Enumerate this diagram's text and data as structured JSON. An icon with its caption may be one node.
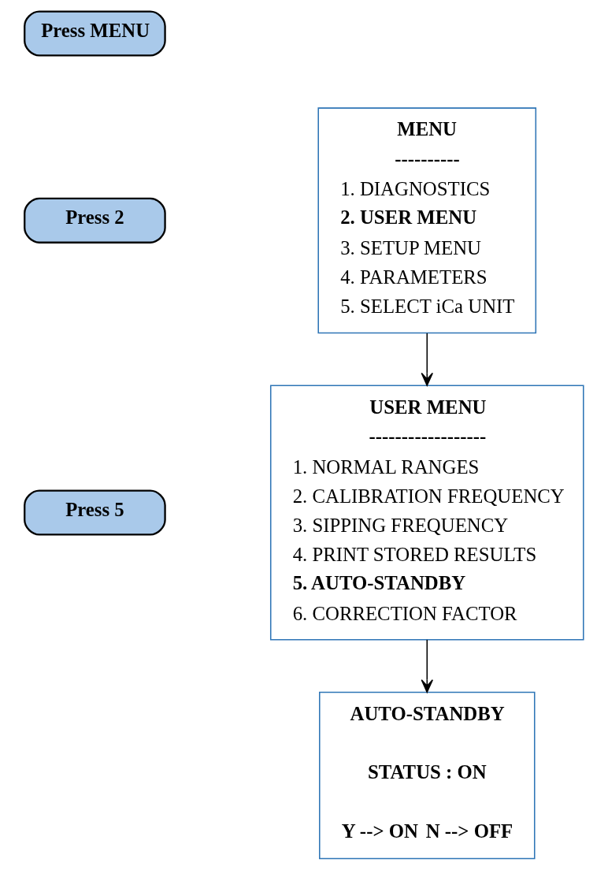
{
  "diagram": {
    "nodes": [
      {
        "text": [
          "Press MENU"
        ]
      },
      {
        "text": [
          "Press 2"
        ]
      },
      {
        "text": [
          "Press 5"
        ]
      },
      {
        "text": [
          "MENU",
          "----------",
          "1. DIAGNOSTICS",
          "**2. USER MENU**",
          "3. SETUP MENU",
          "4. PARAMETERS",
          "5. SELECT iCa UNIT"
        ]
      },
      {
        "text": [
          "USER MENU",
          "------------------",
          "1. NORMAL RANGES",
          "2. CALIBRATION FREQUENCY",
          "3. SIPPING FREQUENCY",
          "4. PRINT STORED RESULTS",
          "**5. AUTO-STANDBY**",
          "6. CORRECTION FACTOR"
        ]
      },
      {
        "text": [
          "AUTO-STANDBY",
          "STATUS : ON",
          "Y --> ON",
          "N --> OFF"
        ]
      }
    ],
    "edges": [
      {
        "from": 3,
        "to": 4,
        "arrow": "to"
      },
      {
        "from": 4,
        "to": 5,
        "arrow": "to"
      }
    ]
  }
}
